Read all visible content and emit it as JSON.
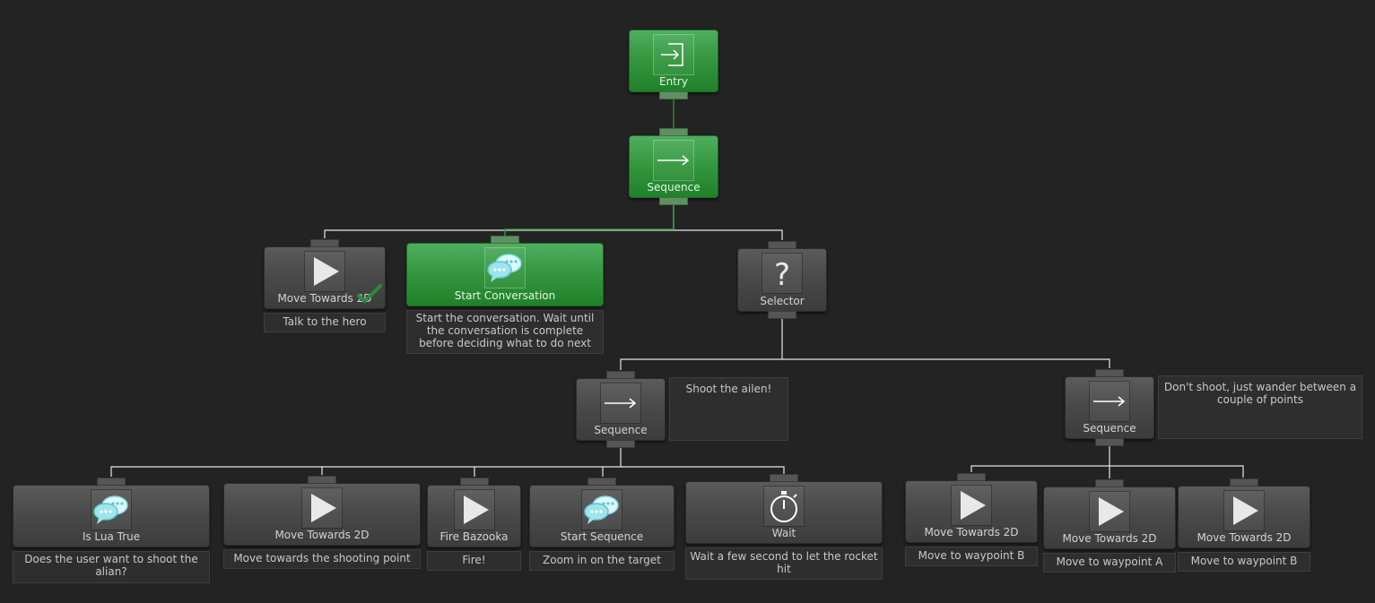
{
  "nodes": {
    "entry": {
      "label": "Entry",
      "icon": "entry-arrow-icon",
      "state": "success"
    },
    "root_sequence": {
      "label": "Sequence",
      "icon": "sequence-arrow-icon",
      "state": "success"
    },
    "move_towards_hero": {
      "label": "Move Towards 2D",
      "icon": "play-icon",
      "state": "success",
      "comment": "Talk to the hero"
    },
    "start_conversation": {
      "label": "Start Conversation",
      "icon": "chat-bubbles-icon",
      "state": "running",
      "comment": "Start the conversation. Wait until the conversation is complete before deciding what to do next"
    },
    "selector": {
      "label": "Selector",
      "icon": "question-mark-icon",
      "state": "inactive"
    },
    "shoot_sequence": {
      "label": "Sequence",
      "icon": "sequence-arrow-icon",
      "state": "inactive",
      "comment": "Shoot the ailen!"
    },
    "wander_sequence": {
      "label": "Sequence",
      "icon": "sequence-arrow-icon",
      "state": "inactive",
      "comment": "Don't shoot, just wander between a couple of points"
    },
    "is_lua_true": {
      "label": "Is Lua True",
      "icon": "chat-bubbles-icon",
      "state": "inactive",
      "comment": "Does the user want to shoot the alian?"
    },
    "move_shooting_point": {
      "label": "Move Towards 2D",
      "icon": "play-icon",
      "state": "inactive",
      "comment": "Move towards the shooting point"
    },
    "fire_bazooka": {
      "label": "Fire Bazooka",
      "icon": "play-icon",
      "state": "inactive",
      "comment": "Fire!"
    },
    "start_sequence": {
      "label": "Start Sequence",
      "icon": "chat-bubbles-icon",
      "state": "inactive",
      "comment": "Zoom in on the target"
    },
    "wait": {
      "label": "Wait",
      "icon": "stopwatch-icon",
      "state": "inactive",
      "comment": "Wait a few second to let the rocket hit"
    },
    "move_waypoint_b1": {
      "label": "Move Towards 2D",
      "icon": "play-icon",
      "state": "inactive",
      "comment": "Move to waypoint B"
    },
    "move_waypoint_a": {
      "label": "Move Towards 2D",
      "icon": "play-icon",
      "state": "inactive",
      "comment": "Move to waypoint A"
    },
    "move_waypoint_b2": {
      "label": "Move Towards 2D",
      "icon": "play-icon",
      "state": "inactive",
      "comment": "Move to waypoint B"
    }
  },
  "colors": {
    "background": "#232323",
    "active_wire": "#2f9a45",
    "inactive_wire": "#e6e6e6",
    "success_check": "#2c8a3c",
    "chat_icon": "#8ee3ec"
  }
}
